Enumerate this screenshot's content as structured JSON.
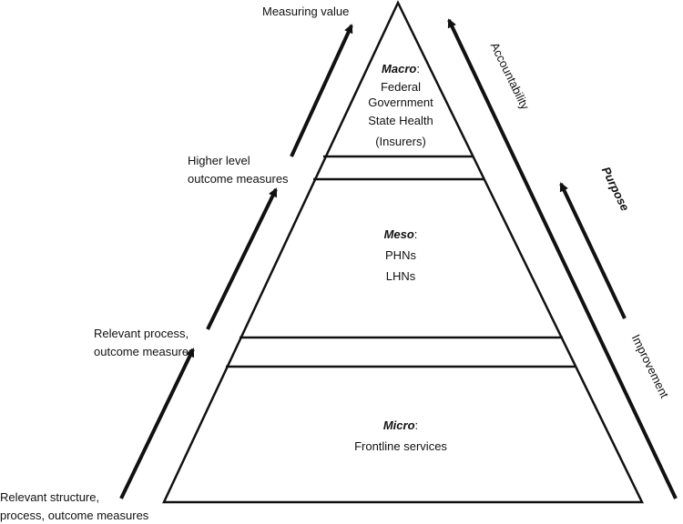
{
  "left_labels": {
    "measuring_value": "Measuring value",
    "higher_level_line1": "Higher level",
    "higher_level_line2": "outcome measures",
    "relevant_process_line1": "Relevant process,",
    "relevant_process_line2": "outcome measures",
    "relevant_structure_line1": "Relevant structure,",
    "relevant_structure_line2": "process, outcome measures"
  },
  "tiers": {
    "macro": {
      "heading": "Macro",
      "colon": ":",
      "lines": [
        "Federal",
        "Government",
        "State Health",
        "(Insurers)"
      ]
    },
    "meso": {
      "heading": "Meso",
      "colon": ":",
      "lines": [
        "PHNs",
        "LHNs"
      ]
    },
    "micro": {
      "heading": "Micro",
      "colon": ":",
      "lines": [
        "Frontline services"
      ]
    }
  },
  "right_labels": {
    "accountability": "Accountability",
    "purpose": "Purpose",
    "improvement": "Improvement"
  },
  "colors": {
    "ink": "#111111",
    "background": "#ffffff"
  }
}
